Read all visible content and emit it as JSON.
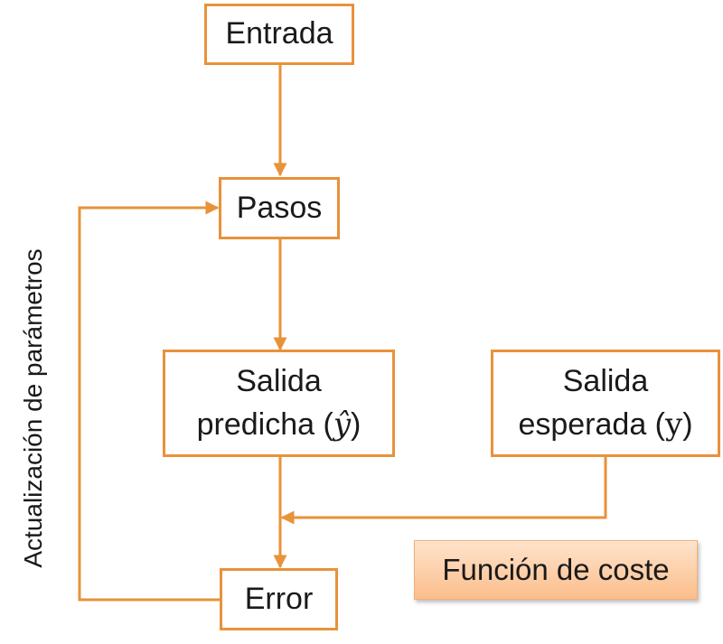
{
  "nodes": {
    "input": {
      "label": "Entrada"
    },
    "steps": {
      "label": "Pasos"
    },
    "predicted": {
      "line1": "Salida",
      "line2": "predicha (",
      "symbol": "ŷ",
      "close": ")"
    },
    "expected": {
      "line1": "Salida",
      "line2": "esperada (",
      "symbol": "y",
      "close": ")"
    },
    "error": {
      "label": "Error"
    }
  },
  "cost_function": {
    "label": "Función de coste"
  },
  "feedback_label": "Actualización de parámetros",
  "colors": {
    "accent": "#E8923A",
    "cost_fill_top": "#FFE3CC",
    "cost_fill_bottom": "#FBBE8C"
  }
}
